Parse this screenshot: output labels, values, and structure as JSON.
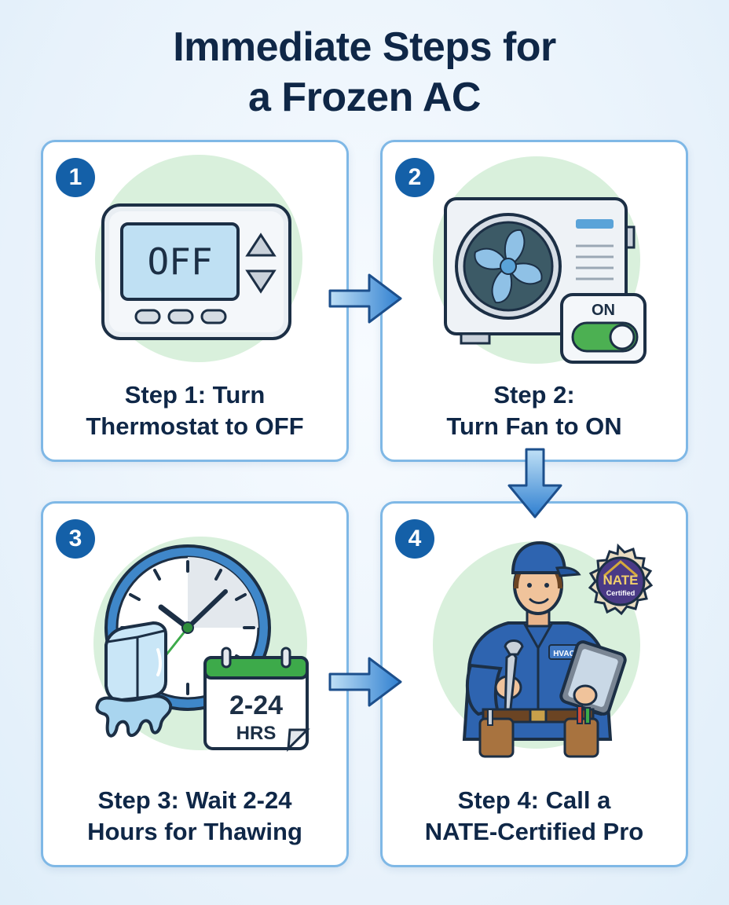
{
  "title": {
    "line1": "Immediate Steps for",
    "line2": "a Frozen AC"
  },
  "steps": [
    {
      "number": "1",
      "line1": "Step 1: Turn",
      "line2": "Thermostat to OFF",
      "display": "OFF"
    },
    {
      "number": "2",
      "line1": "Step 2:",
      "line2": "Turn Fan to ON",
      "switch_label": "ON"
    },
    {
      "number": "3",
      "line1": "Step 3: Wait 2-24",
      "line2": "Hours for Thawing",
      "calendar_line1": "2-24",
      "calendar_line2": "HRS"
    },
    {
      "number": "4",
      "line1": "Step 4: Call a",
      "line2": "NATE-Certified Pro",
      "badge_line1": "NATE",
      "badge_line2": "Certified",
      "shirt_text": "HVAC"
    }
  ],
  "colors": {
    "title": "#0f2747",
    "accent_blue": "#1460a8",
    "card_border": "#7fb8e6",
    "halo_green": "#d9f0dc"
  },
  "icons": [
    "thermostat-icon",
    "outdoor-ac-unit-icon",
    "toggle-switch-icon",
    "clock-icon",
    "ice-cube-icon",
    "calendar-icon",
    "technician-icon",
    "certification-badge-icon",
    "arrow-right-icon",
    "arrow-down-icon"
  ]
}
